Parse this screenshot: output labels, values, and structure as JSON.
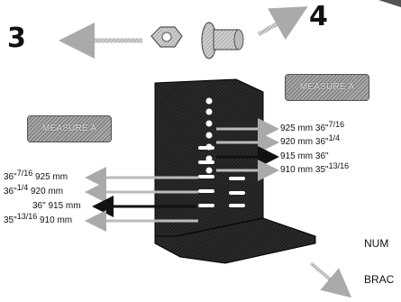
{
  "step_labels": {
    "left": "3",
    "right": "4"
  },
  "badges": {
    "left": "MEASURE A",
    "right": "MEASURE A"
  },
  "right_measurements": [
    {
      "mm": "925 mm",
      "inch": "36\"",
      "frac": "7/16"
    },
    {
      "mm": "920 mm",
      "inch": "36\"",
      "frac": "1/4"
    },
    {
      "mm": "915 mm",
      "inch": "36\"",
      "frac": ""
    },
    {
      "mm": "910 mm",
      "inch": "35\"",
      "frac": "13/16"
    }
  ],
  "left_measurements": [
    {
      "mm": "925 mm",
      "inch": "36\"",
      "frac": "7/16"
    },
    {
      "mm": "920 mm",
      "inch": "36\"",
      "frac": "1/4"
    },
    {
      "mm": "915 mm",
      "inch": "36\"",
      "frac": ""
    },
    {
      "mm": "910 mm",
      "inch": "35\"",
      "frac": "13/16"
    }
  ],
  "side_text": {
    "line1": "NUM",
    "line2": "BRAC"
  },
  "colors": {
    "bracket": "#1c1c1c",
    "arrow_dark": "#111111",
    "arrow_light": "#bdbdbd"
  },
  "icons": [
    "nut-icon",
    "bolt-icon"
  ]
}
